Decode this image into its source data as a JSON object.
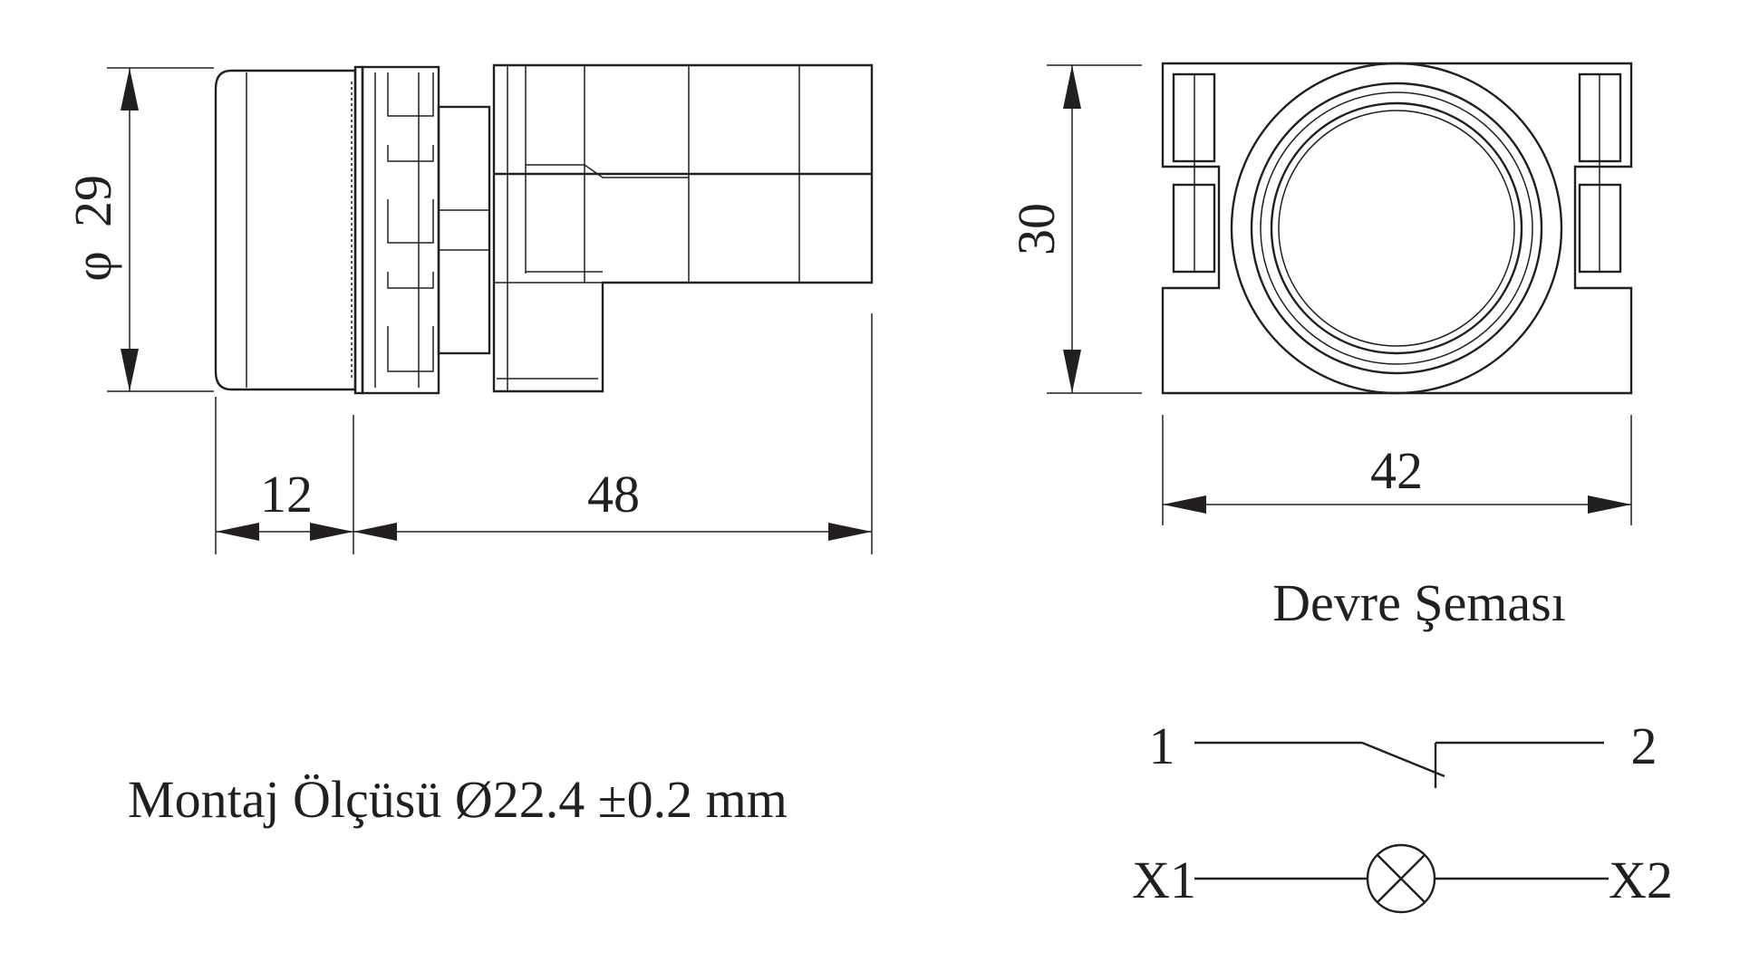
{
  "side_view": {
    "diameter_symbol": "φ",
    "diameter_value": "29",
    "dim_front": "12",
    "dim_body": "48"
  },
  "front_view": {
    "height_value": "30",
    "width_value": "42"
  },
  "circuit": {
    "title": "Devre Şeması",
    "terminal_1": "1",
    "terminal_2": "2",
    "lamp_left": "X1",
    "lamp_right": "X2"
  },
  "mounting_note": "Montaj Ölçüsü Ø22.4 ±0.2 mm",
  "colors": {
    "line": "#231f20",
    "background": "#ffffff"
  }
}
